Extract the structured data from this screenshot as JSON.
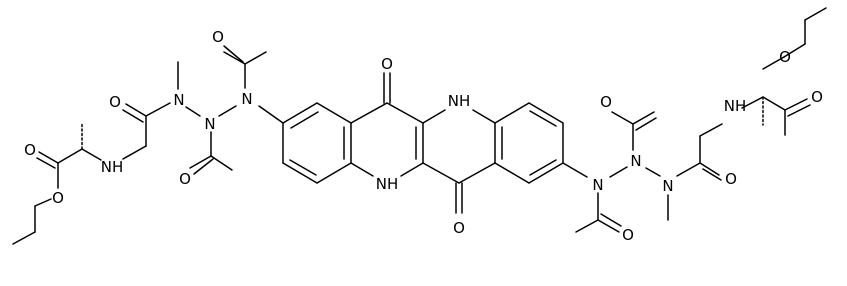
{
  "structure": {
    "colors": {
      "ink": "#000000",
      "background": "#ffffff"
    },
    "atom_labels": {
      "oxo_top": "O",
      "oxo_bottom": "O",
      "nh_ring_top": "H",
      "nh_ring_bottom": "H",
      "acyl_o_1": "O",
      "acyl_o_2": "O",
      "acyl_o_3": "O",
      "acyl_o_4": "O",
      "amide_o_left": "O",
      "amide_o_right": "O",
      "n_hydrazide_1": "N",
      "n_hydrazide_2": "N",
      "n_hydrazide_3": "N",
      "n_hydrazide_4": "N",
      "n_hydrazide_5": "N",
      "n_hydrazide_6": "N",
      "nh_amine_left": "H",
      "nh_amine_right": "H",
      "ester_o_left_1": "O",
      "ester_o_left_2": "O",
      "ester_o_right_1": "O",
      "ester_o_right_2": "O"
    }
  }
}
